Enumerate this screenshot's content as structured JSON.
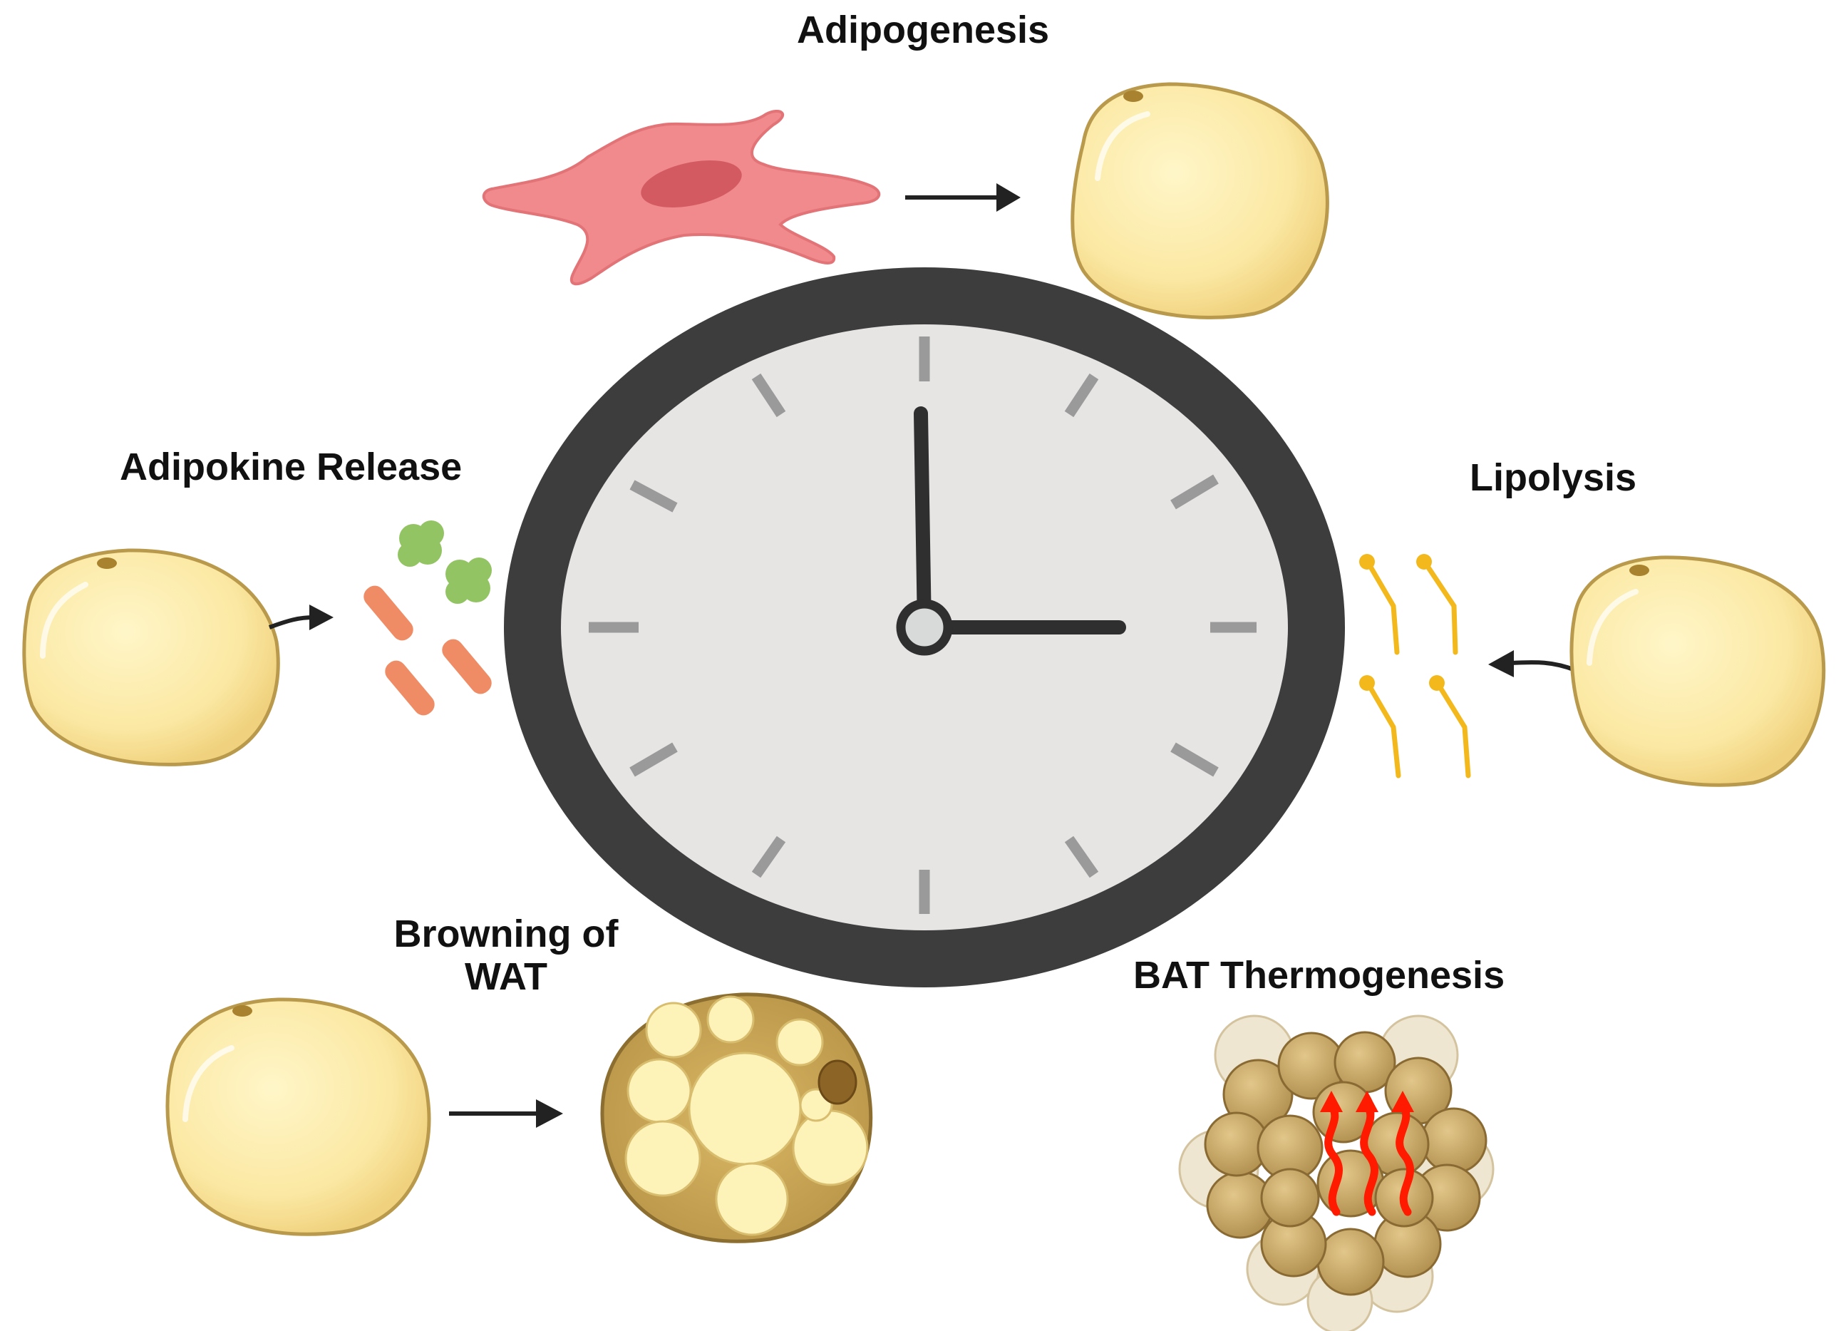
{
  "labels": {
    "adipogenesis": "Adipogenesis",
    "adipokine_release": "Adipokine Release",
    "lipolysis": "Lipolysis",
    "browning_line1": "Browning of",
    "browning_line2": "WAT",
    "bat_thermogenesis": "BAT Thermogenesis"
  },
  "clock": {
    "hour_hand": "3",
    "minute_hand": "12"
  },
  "colors": {
    "clock_rim": "#3d3d3d",
    "clock_face": "#e7e4e4",
    "tick": "#9a9a9a",
    "hand": "#2f2f2f",
    "adipocyte_fill": "#fbe9a6",
    "adipocyte_edge": "#b99a4c",
    "stem_cell": "#f08a8d",
    "stem_nucleus": "#d45a62",
    "adipokine_green": "#93c463",
    "adipokine_orange": "#ef8c65",
    "fatty_acid": "#f2b81c",
    "heat": "#ff1a00",
    "arrow": "#222222"
  }
}
